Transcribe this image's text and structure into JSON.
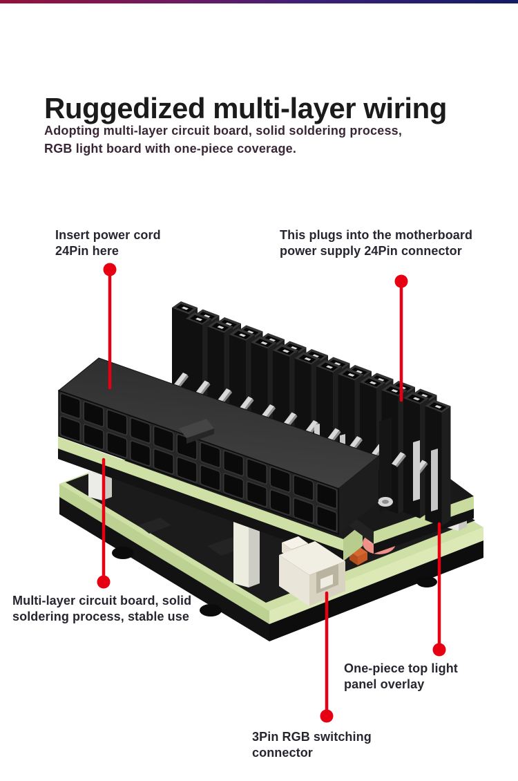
{
  "header": {
    "title": "Ruggedized multi-layer wiring",
    "subtitle_line1": "Adopting multi-layer circuit board, solid soldering process,",
    "subtitle_line2": "RGB light board with one-piece coverage."
  },
  "callouts": {
    "insert_power": {
      "line1": "Insert power cord",
      "line2": "24Pin here"
    },
    "motherboard": {
      "line1": "This plugs into the motherboard",
      "line2": "power supply 24Pin connector"
    },
    "multilayer": {
      "line1": "Multi-layer circuit board, solid",
      "line2": "soldering process, stable use"
    },
    "light_panel": {
      "line1": "One-piece top light",
      "line2": "panel overlay"
    },
    "rgb": {
      "line1": "3Pin RGB switching",
      "line2": "connector"
    }
  },
  "colors": {
    "accent_red": "#e60012",
    "board_green": "#cfe0a6",
    "board_green_light": "#dce8b6",
    "board_green_dark": "#bdd193",
    "dot_pink": "#ef9189",
    "connector_white": "#f1eee4",
    "plastic_black": "#181818",
    "title_color": "#1b1b1b",
    "subtitle_color": "#3a2735",
    "callout_color": "#262630"
  }
}
